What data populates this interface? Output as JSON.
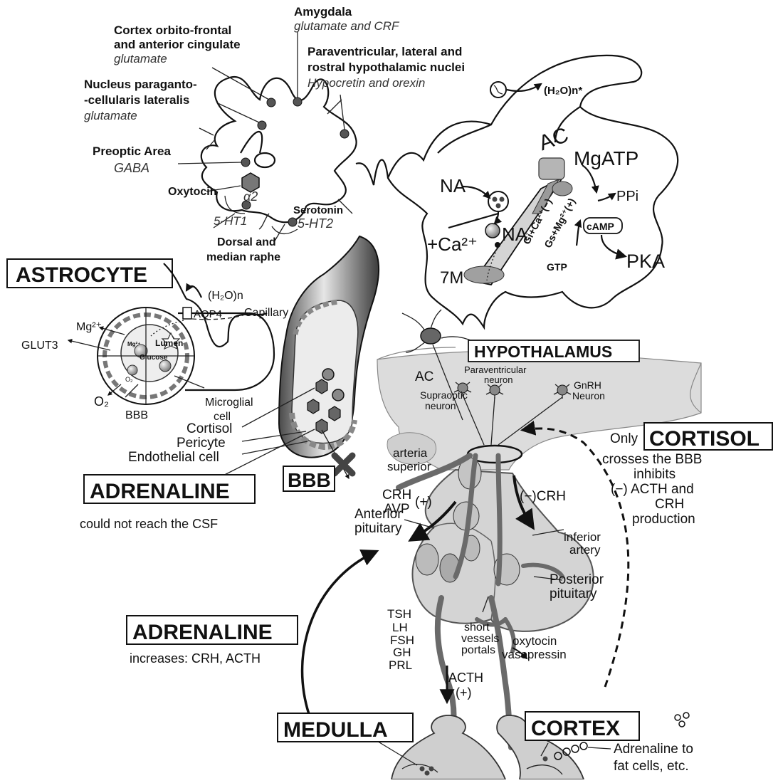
{
  "neuron_inputs": {
    "amygdala": {
      "name": "Amygdala",
      "transmitter": "glutamate and CRF"
    },
    "cortex": {
      "name_line1": "Cortex orbito-frontal",
      "name_line2": "and anterior cingulate",
      "transmitter": "glutamate"
    },
    "paraventricular": {
      "name_line1": "Paraventricular, lateral and",
      "name_line2": "rostral hypothalamic nuclei",
      "transmitter": "Hypocretin and orexin"
    },
    "nucleus": {
      "name_line1": "Nucleus paraganto-",
      "name_line2": "-cellularis lateralis",
      "transmitter": "glutamate"
    },
    "preoptic": {
      "name": "Preoptic Area",
      "transmitter": "GABA"
    },
    "oxytocin": "Oxytocin",
    "alpha2": "α2",
    "ht1": "5-HT1",
    "ht2": "5-HT2",
    "serotonin": "Serotonin",
    "raphe_line1": "Dorsal and",
    "raphe_line2": "median raphe"
  },
  "synapse": {
    "water": "(H₂O)n*",
    "ac": "AC",
    "mgatp": "MgATP",
    "na_top": "NA",
    "na_mid": "NA",
    "ca": "+Ca²⁺",
    "ppi": "PPi",
    "camp": "cAMP",
    "gi": "Gi+Ca²⁺(−)",
    "gs": "Gs+Mg²⁺(+)",
    "gtp": "GTP",
    "pka": "PKA",
    "seven_m": "7M"
  },
  "astrocyte": {
    "title": "ASTROCYTE",
    "water": "(H₂O)n",
    "aqp4": "AQP4",
    "capillary": "Capillary",
    "mg": "Mg²⁺",
    "glut3": "GLUT3",
    "lumen": "Lumen",
    "glucose": "Glucose",
    "mg_inner": "Mg²⁺",
    "o2_inner": "O₂",
    "o2": "O₂",
    "bbb": "BBB",
    "microglial_line1": "Microglial",
    "microglial_line2": "cell"
  },
  "vessel_labels": {
    "cortisol": "Cortisol",
    "pericyte": "Pericyte",
    "endothelial": "Endothelial cell",
    "bbb_box": "BBB"
  },
  "adrenaline_top": {
    "title": "ADRENALINE",
    "note": "could not reach the CSF"
  },
  "hypothalamus": {
    "title": "HYPOTHALAMUS",
    "ac": "AC",
    "paraventricular_line1": "Paraventricular",
    "paraventricular_line2": "neuron",
    "supraoptic_line1": "Supraoptic",
    "supraoptic_line2": "neuron",
    "gnrh_line1": "GnRH",
    "gnrh_line2": "Neuron"
  },
  "cortisol_note": {
    "only": "Only",
    "title": "CORTISOL",
    "line1": "crosses the BBB",
    "line2": "inhibits",
    "line3": "(−) ACTH and",
    "line4": "CRH",
    "line5": "production"
  },
  "pituitary": {
    "arteria_line1": "arteria",
    "arteria_line2": "superior",
    "crh_plus_line1": "CRH",
    "crh_plus_line2": "AVP",
    "plus": "(+)",
    "minus_crh": "(−)CRH",
    "anterior_line1": "Anterior",
    "anterior_line2": "pituitary",
    "inferior_line1": "inferior",
    "inferior_line2": "artery",
    "posterior_line1": "Posterior",
    "posterior_line2": "pituitary",
    "hormones": [
      "TSH",
      "LH",
      "FSH",
      "GH",
      "PRL"
    ],
    "short_line1": "short",
    "short_line2": "vessels",
    "short_line3": "portals",
    "oxytocin": "oxytocin",
    "vasopressin": "vasopressin",
    "acth": "ACTH",
    "acth_plus": "(+)"
  },
  "adrenaline_bottom": {
    "title": "ADRENALINE",
    "note": "increases: CRH, ACTH"
  },
  "adrenal": {
    "medulla": "MEDULLA",
    "cortex": "CORTEX",
    "fat_line1": "Adrenaline to",
    "fat_line2": "fat cells, etc."
  }
}
